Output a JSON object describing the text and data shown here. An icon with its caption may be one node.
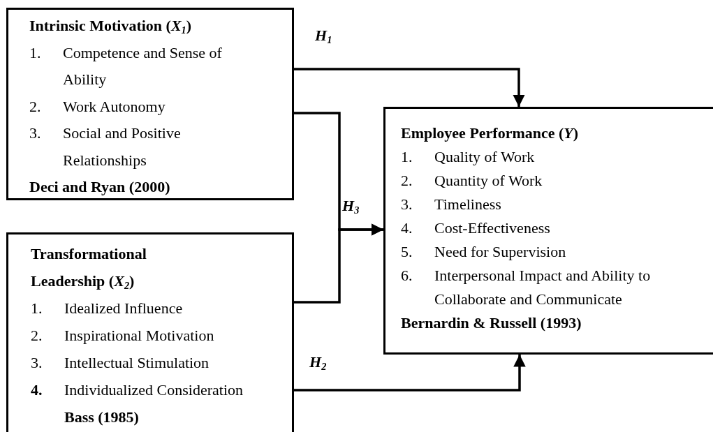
{
  "diagram": {
    "nodes": [
      {
        "text": [
          "Intrinsic  Motivation (*X*$_{1}$)",
          "1. Competence and Sense of Ability",
          "2. Work Autonomy",
          "3. Social and Positive Relationships",
          "Deci and Ryan (2000)"
        ]
      },
      {
        "text": [
          "Transformational Leadership (*X*$_{2}$)",
          "1. Idealized Influence",
          "2. Inspirational Motivation",
          "3. Intellectual Stimulation",
          "**4.** Individualized Consideration **Bass (1985)**"
        ]
      },
      {
        "text": [
          "Employee Performance (*Y*)",
          "1. Quality of Work",
          "2. Quantity of Work",
          "3. Timeliness",
          "4. Cost-Effectiveness",
          "5. Need for Supervision",
          "6. Interpersonal Impact and Ability to Collaborate and Communicate",
          "Bernardin & Russell (1993)"
        ]
      }
    ],
    "edges": [
      {
        "from": 0,
        "to": 2,
        "arrow": "to",
        "label": "H$_{1}$"
      },
      {
        "from": 0,
        "to": 2,
        "arrow": "to",
        "label": "H$_{3}$"
      },
      {
        "from": 1,
        "to": 2,
        "arrow": "to"
      },
      {
        "from": 1,
        "to": 2,
        "arrow": "to",
        "label": "H$_{2}$"
      }
    ]
  }
}
